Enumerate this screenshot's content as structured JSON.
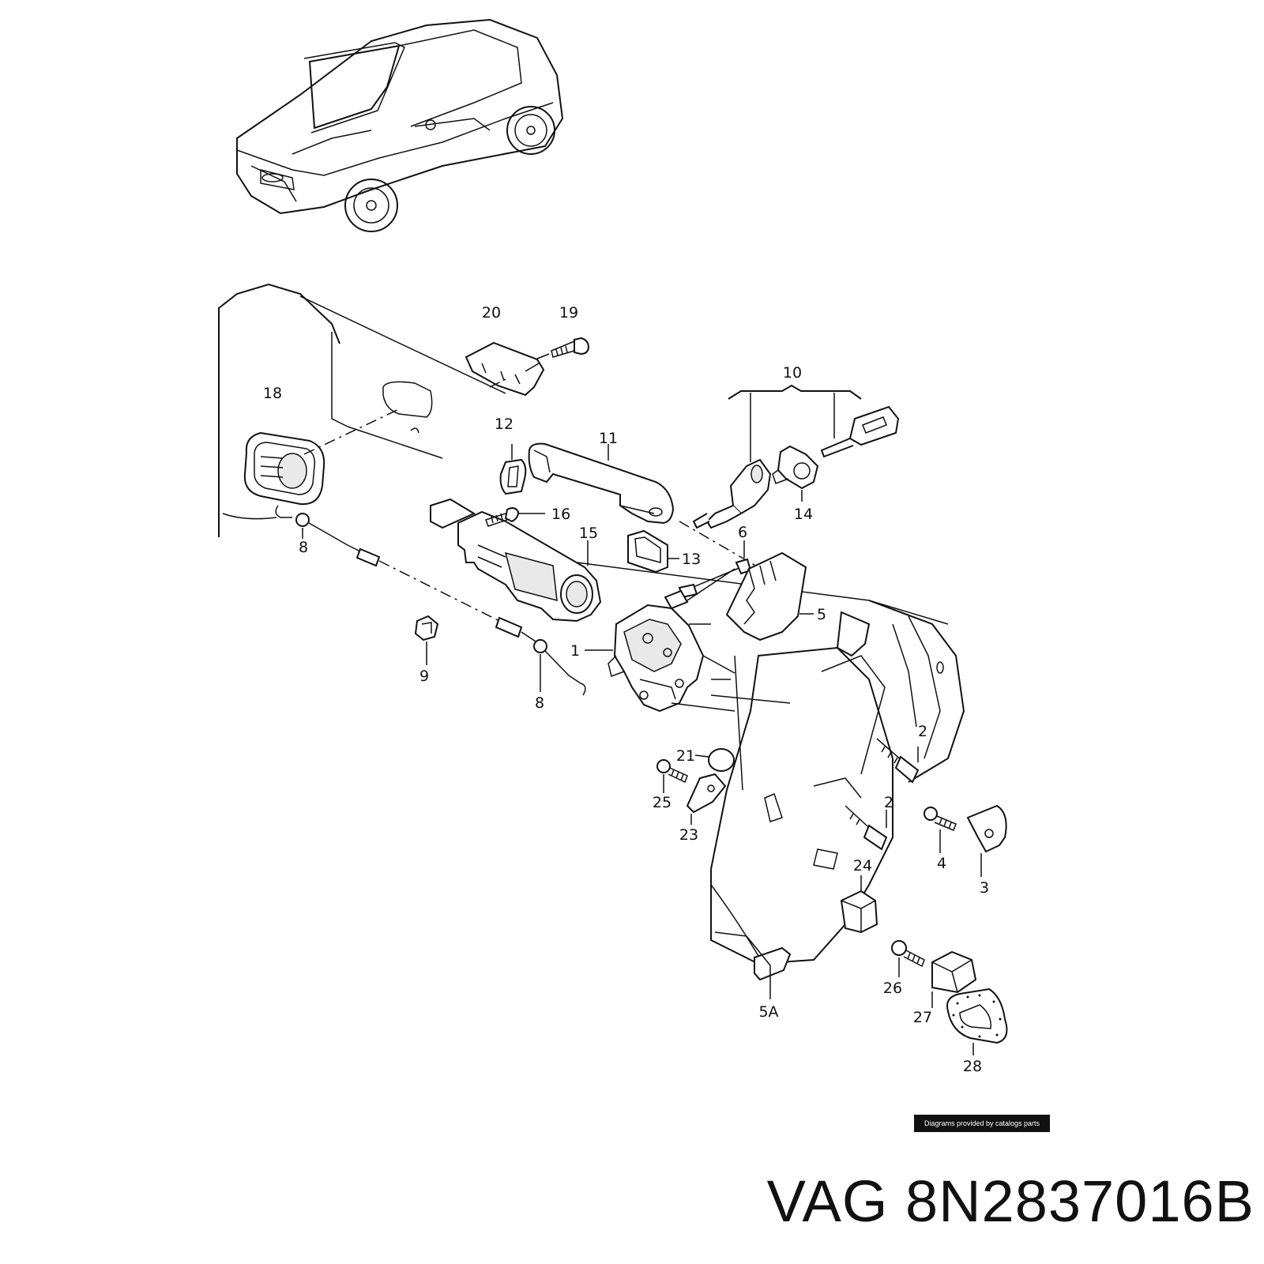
{
  "labels": {
    "p1": "1",
    "p2a": "2",
    "p2b": "2",
    "p3": "3",
    "p4": "4",
    "p5": "5",
    "p5a": "5A",
    "p6": "6",
    "p8a": "8",
    "p8b": "8",
    "p9": "9",
    "p10": "10",
    "p11": "11",
    "p12": "12",
    "p13": "13",
    "p14": "14",
    "p15": "15",
    "p16": "16",
    "p18": "18",
    "p19": "19",
    "p20": "20",
    "p21": "21",
    "p23": "23",
    "p24": "24",
    "p25": "25",
    "p26": "26",
    "p27": "27",
    "p28": "28"
  },
  "credit": "Diagrams provided by catalogs parts",
  "caption": "VAG 8N2837016B"
}
